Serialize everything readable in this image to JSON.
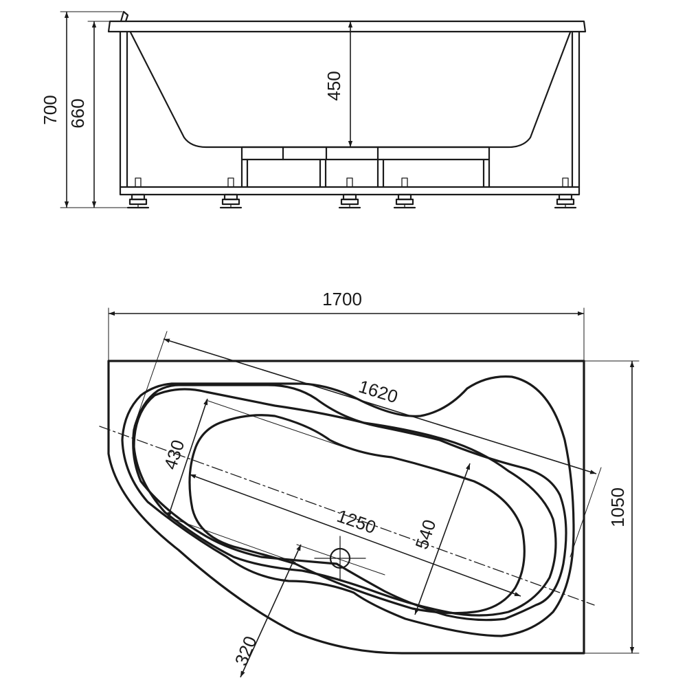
{
  "side_view": {
    "dims": {
      "total_height": "700",
      "frame_height": "660",
      "bowl_depth": "450"
    }
  },
  "top_view": {
    "dims": {
      "length": "1700",
      "width": "1050",
      "outer_bowl_length": "1620",
      "inner_bowl_length": "1250",
      "head_width": "430",
      "foot_width": "540",
      "waist_width": "320"
    }
  },
  "colors": {
    "line": "#1a1a1a",
    "background": "#ffffff"
  }
}
